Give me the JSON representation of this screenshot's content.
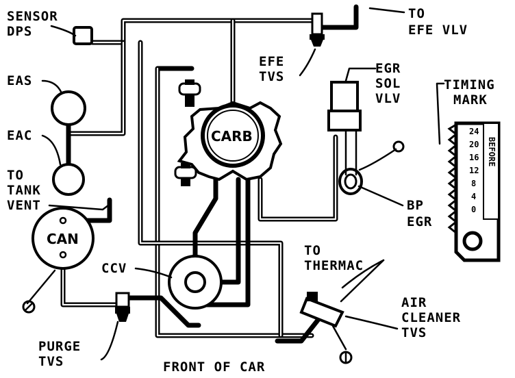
{
  "labels": {
    "sensor_dps_1": "SENSOR",
    "sensor_dps_2": "DPS",
    "eas": "EAS",
    "eac": "EAC",
    "to_tank_vent_1": "TO",
    "to_tank_vent_2": "TANK",
    "to_tank_vent_3": "VENT",
    "can": "CAN",
    "ccv": "CCV",
    "purge_tvs_1": "PURGE",
    "purge_tvs_2": "TVS",
    "front_of_car": "FRONT OF CAR",
    "carb": "CARB",
    "efe_tvs_1": "EFE",
    "efe_tvs_2": "TVS",
    "to_efe_vlv_1": "TO",
    "to_efe_vlv_2": "EFE VLV",
    "egr_sol_vlv_1": "EGR",
    "egr_sol_vlv_2": "SOL",
    "egr_sol_vlv_3": "VLV",
    "timing_mark_1": "TIMING",
    "timing_mark_2": "MARK",
    "bp_egr_1": "BP",
    "bp_egr_2": "EGR",
    "to_thermac_1": "TO",
    "to_thermac_2": "THERMAC",
    "air_cleaner_tvs_1": "AIR",
    "air_cleaner_tvs_2": "CLEANER",
    "air_cleaner_tvs_3": "TVS"
  },
  "timing_scale": {
    "values": [
      "24",
      "20",
      "16",
      "12",
      "8",
      "4",
      "0"
    ],
    "side_label": "BEFORE"
  }
}
